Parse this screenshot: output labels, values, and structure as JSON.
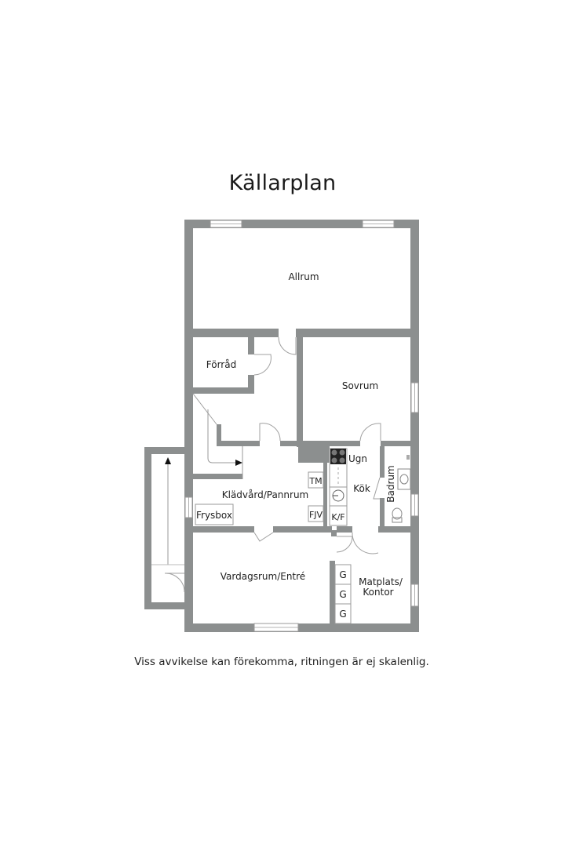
{
  "title": "Källarplan",
  "disclaimer": "Viss avvikelse kan förekomma, ritningen är ej skalenlig.",
  "colors": {
    "wall": "#8c8f8f",
    "background": "#ffffff",
    "line": "#9a9a9a",
    "text": "#1f1f1f"
  },
  "rooms": {
    "allrum": "Allrum",
    "forrad": "Förråd",
    "sovrum": "Sovrum",
    "kladvard": "Klädvård/Pannrum",
    "kok": "Kök",
    "badrum": "Badrum",
    "vardagsrum": "Vardagsrum/Entré",
    "matplats_line1": "Matplats/",
    "matplats_line2": "Kontor"
  },
  "fixtures": {
    "ugn": "Ugn",
    "tm": "TM",
    "fjv": "FJV",
    "kf": "K/F",
    "frysbox": "Frysbox",
    "g1": "G",
    "g2": "G",
    "g3": "G"
  }
}
